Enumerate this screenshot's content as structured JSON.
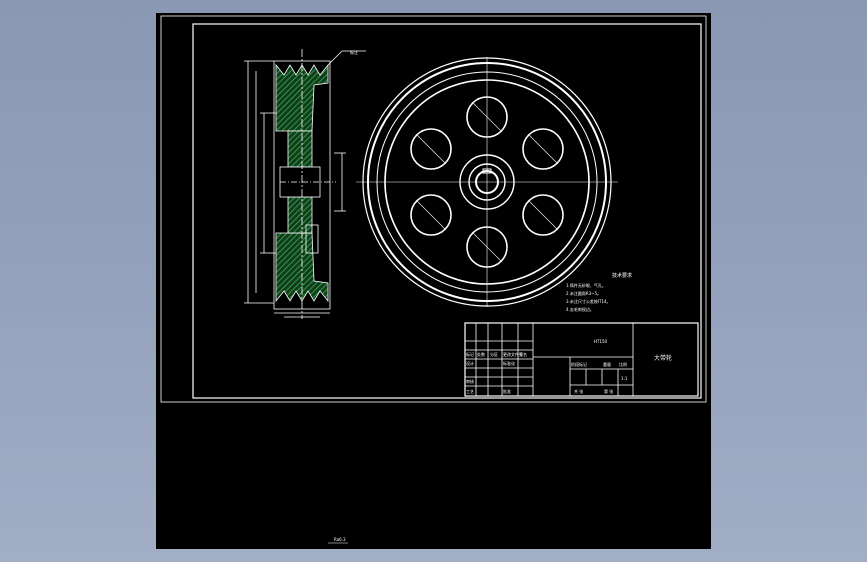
{
  "drawing": {
    "title_block": {
      "part_name": "大带轮",
      "material": "HT150",
      "scale": "1:1",
      "labels": {
        "mark": "标记",
        "count": "处数",
        "zone": "分区",
        "change_doc": "更改文件号",
        "signature": "签名",
        "date": "年月日",
        "design": "设计",
        "standardize": "标准化",
        "stage_mark": "阶段标记",
        "weight": "重量",
        "ratio": "比例",
        "review": "审核",
        "process": "工艺",
        "approve": "批准",
        "sheet_total": "共 张",
        "sheet_no": "第 张"
      }
    },
    "technical_requirements": {
      "heading": "技术要求",
      "items": [
        "1.铸件无砂眼、气孔。",
        "2.未注圆角R3~5。",
        "3.未注尺寸公差按IT14。",
        "4.去毛刺锐边。"
      ]
    },
    "detail_tag": "标注",
    "bottom_label": "Ra6.3",
    "colors": {
      "background": "#000000",
      "line": "#ffffff",
      "hatch": "#2e9e4a",
      "window_gradient_top": "#8a98b4"
    }
  }
}
